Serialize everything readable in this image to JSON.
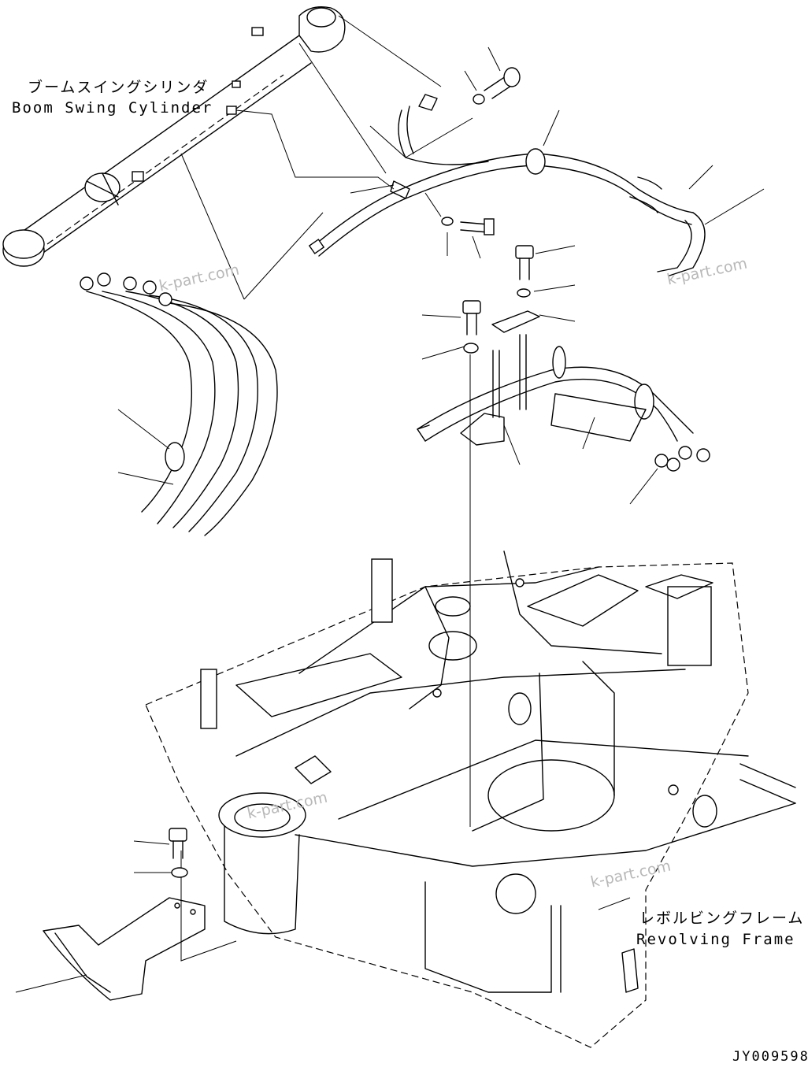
{
  "labels": {
    "boom_swing_cylinder_ja": "ブームスイングシリンダ",
    "boom_swing_cylinder_en": "Boom Swing Cylinder",
    "revolving_frame_ja": "レボルビングフレーム",
    "revolving_frame_en": "Revolving Frame"
  },
  "watermarks": [
    "k-part.com",
    "k-part.com",
    "k-part.com",
    "k-part.com"
  ],
  "drawing_code": "JY009598"
}
